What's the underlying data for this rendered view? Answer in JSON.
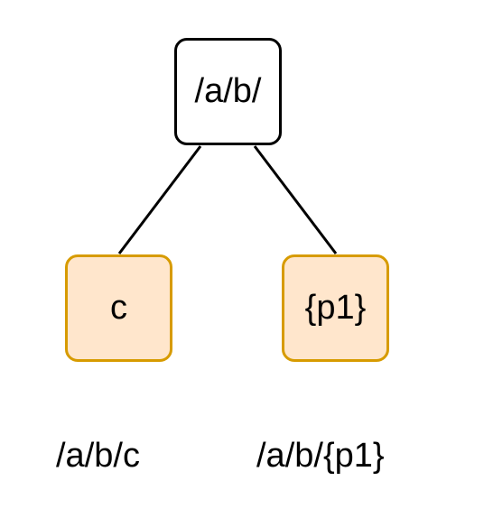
{
  "colors": {
    "root_border": "#000000",
    "root_fill": "#ffffff",
    "child_border": "#d79b00",
    "child_fill": "#ffe6cc",
    "edge": "#000000"
  },
  "tree": {
    "root": {
      "label": "/a/b/"
    },
    "children": [
      {
        "label": "c",
        "path": "/a/b/c"
      },
      {
        "label": "{p1}",
        "path": "/a/b/{p1}"
      }
    ]
  }
}
